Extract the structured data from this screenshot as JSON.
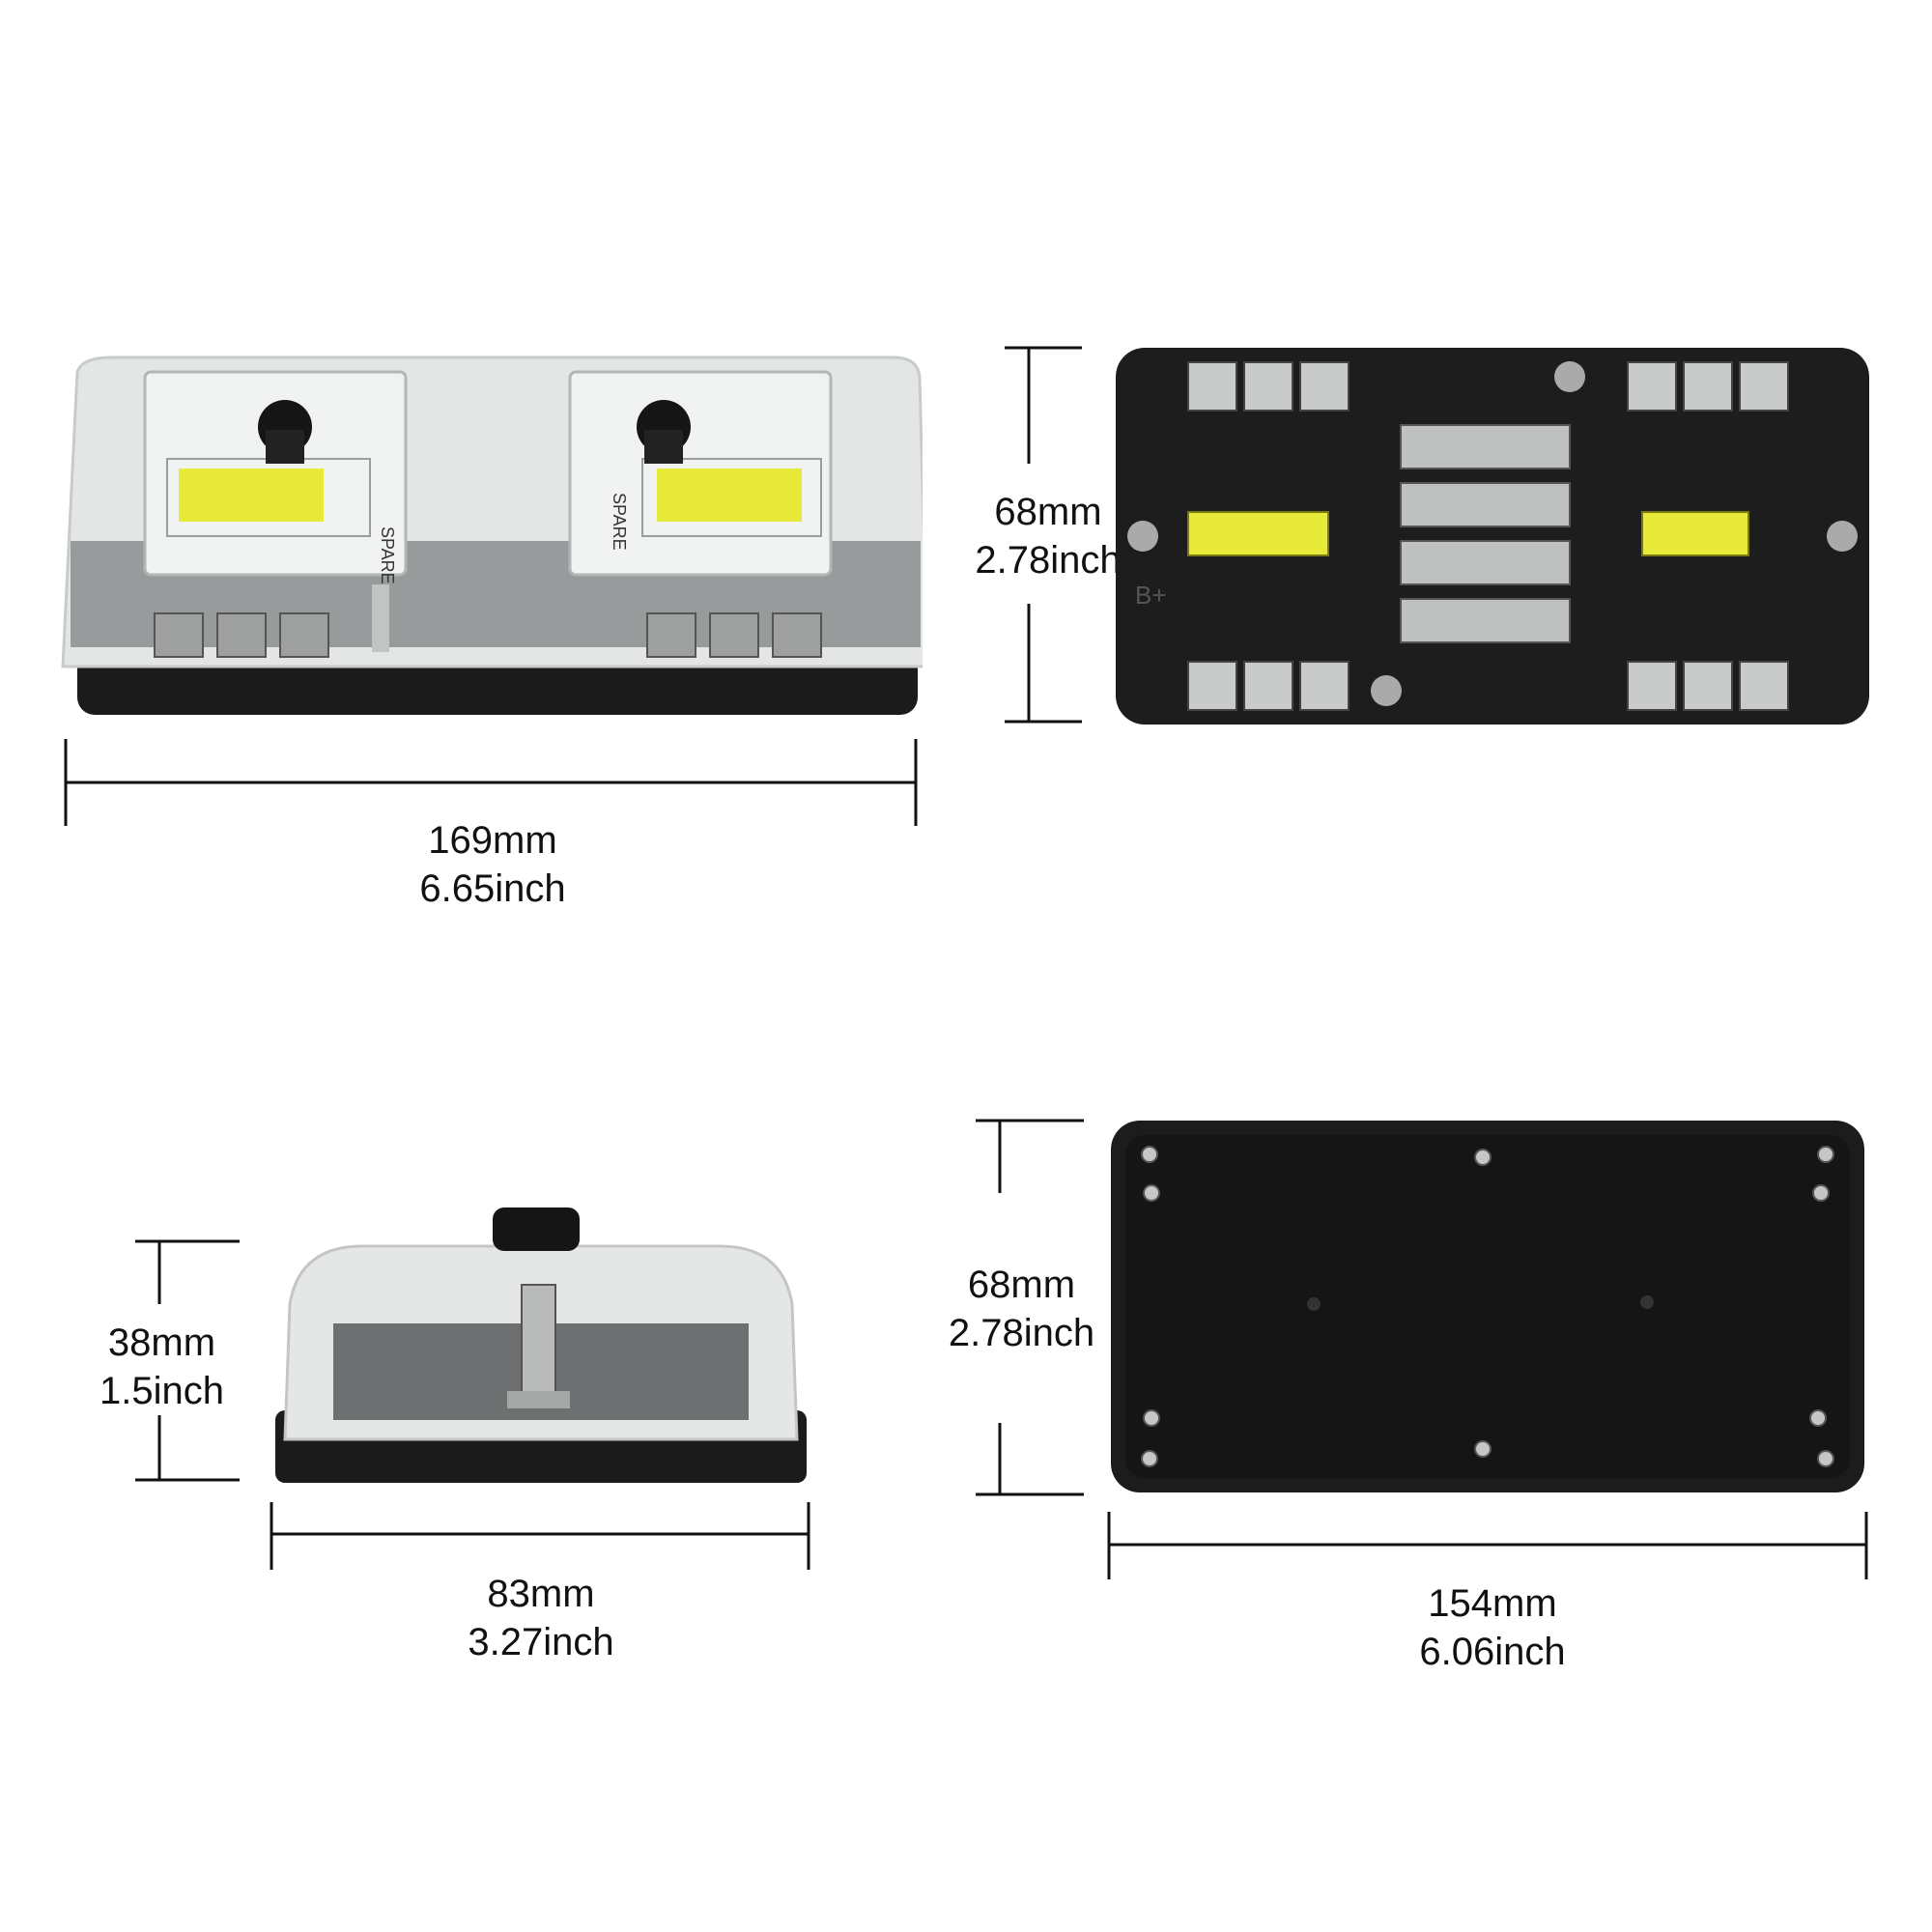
{
  "views": {
    "front": {
      "width_mm": "169mm",
      "width_inch": "6.65inch"
    },
    "top": {
      "height_mm": "68mm",
      "height_inch": "2.78inch"
    },
    "side": {
      "height_mm": "38mm",
      "height_inch": "1.5inch",
      "width_mm": "83mm",
      "width_inch": "3.27inch"
    },
    "bottom": {
      "height_mm": "68mm",
      "height_inch": "2.78inch",
      "width_mm": "154mm",
      "width_inch": "6.06inch"
    }
  },
  "markings": {
    "spare": "SPARE",
    "b_plus": "B+"
  },
  "colors": {
    "fuse_yellow": "#e8ea3a",
    "housing_black": "#1d1d1d",
    "metal": "#b9b9b9",
    "cover_clear": "#e9eaea"
  }
}
